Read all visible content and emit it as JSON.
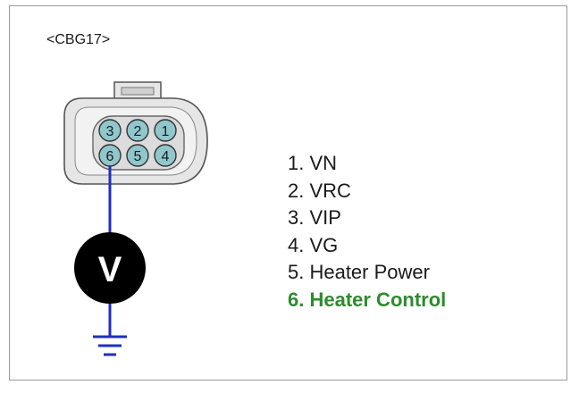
{
  "connector": {
    "id": "<CBG17>",
    "pins_top": [
      "3",
      "2",
      "1"
    ],
    "pins_bottom": [
      "6",
      "5",
      "4"
    ],
    "probe_pin": "6"
  },
  "meter": {
    "symbol": "V",
    "icon": "voltmeter-icon"
  },
  "ground": {
    "icon": "ground-symbol-icon"
  },
  "pin_list": [
    {
      "text": "1. VN",
      "highlight": false
    },
    {
      "text": "2. VRC",
      "highlight": false
    },
    {
      "text": "3. VIP",
      "highlight": false
    },
    {
      "text": "4. VG",
      "highlight": false
    },
    {
      "text": "5. Heater Power",
      "highlight": false
    },
    {
      "text": "6. Heater Control",
      "highlight": true
    }
  ],
  "colors": {
    "wire": "#1f2fbf",
    "highlight": "#2e8b2e",
    "pin_fill": "#8fc7cc",
    "connector_fill": "#e6e6e6"
  }
}
